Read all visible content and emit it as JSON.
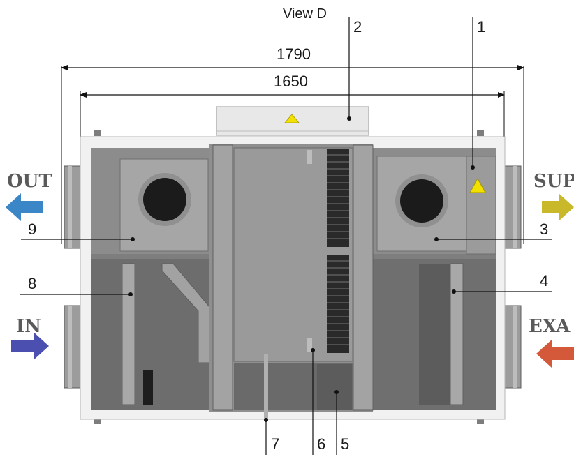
{
  "view_title": "View D",
  "dimensions": {
    "overall": "1790",
    "inner": "1650"
  },
  "callouts": [
    "1",
    "2",
    "3",
    "4",
    "5",
    "6",
    "7",
    "8",
    "9"
  ],
  "flows": {
    "out": {
      "label": "OUT",
      "color": "#3b86c6"
    },
    "in": {
      "label": "IN",
      "color": "#4a4fb0"
    },
    "sup": {
      "label": "SUP",
      "color": "#c9b82a"
    },
    "exa": {
      "label": "EXA",
      "color": "#d4583a"
    }
  },
  "warning_icon": "high-voltage-warning-icon"
}
